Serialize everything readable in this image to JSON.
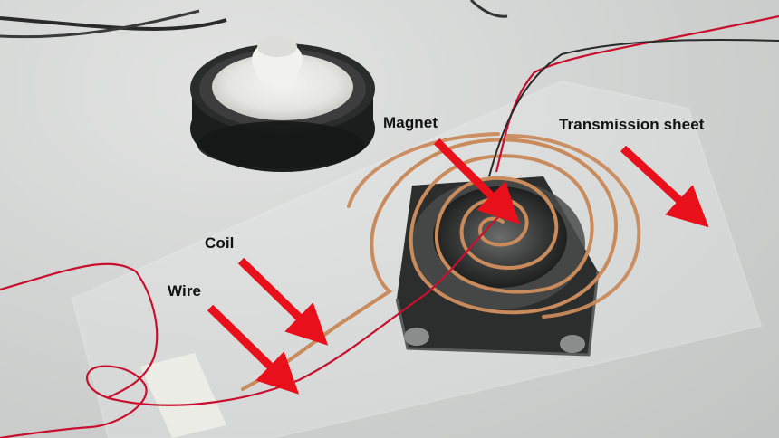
{
  "labels": {
    "magnet": "Magnet",
    "transmission_sheet": "Transmission sheet",
    "coil": "Coil",
    "wire": "Wire"
  },
  "colors": {
    "arrow": "#e8101a",
    "copper": "#c98a5c",
    "wire": "#c8102e",
    "background": "#d3d5d4"
  }
}
